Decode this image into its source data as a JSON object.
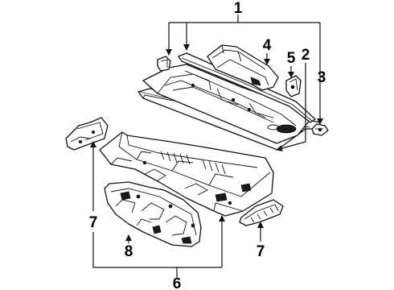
{
  "callouts": {
    "c1": "1",
    "c2": "2",
    "c3": "3",
    "c4": "4",
    "c5": "5",
    "c6": "6",
    "c7_left": "7",
    "c7_right": "7",
    "c8": "8"
  }
}
